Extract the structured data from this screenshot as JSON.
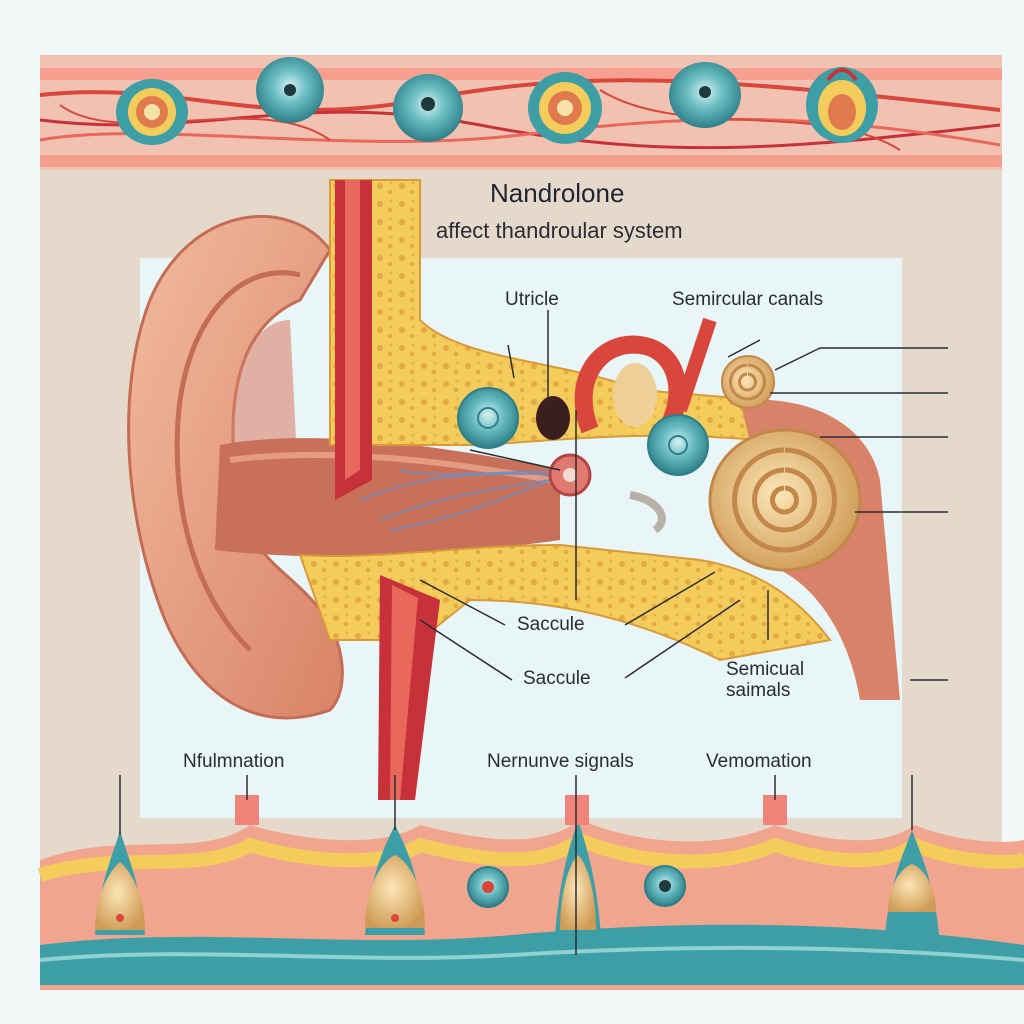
{
  "diagram": {
    "title": "Nandrolone",
    "subtitle": "affect thandroular system",
    "labels": {
      "utricle": "Utricle",
      "semicircular_canals": "Semircular canals",
      "saccule_1": "Saccule",
      "saccule_2": "Saccule",
      "semicircular_2": "Semicual saimals",
      "inflammation": "Nfulmnation",
      "nerve_signals": "Nernunve signals",
      "venomation": "Vemomation"
    }
  },
  "colors": {
    "background": "#f2f7f7",
    "panel": "#e5d9cc",
    "skin": "#e9a385",
    "bone": "#f3cc5c",
    "vessel": "#d9463b",
    "teal": "#3e9ea6",
    "cochlea": "#e9c58a"
  }
}
